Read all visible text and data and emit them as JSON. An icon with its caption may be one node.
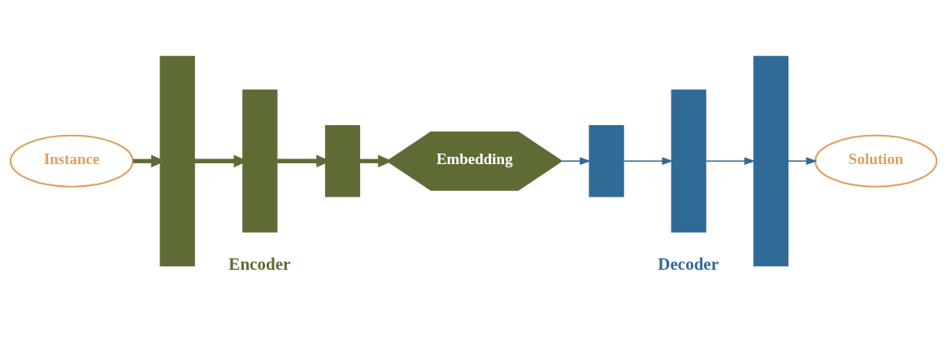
{
  "diagram": {
    "nodes": [
      {
        "text": [
          "Instance"
        ]
      },
      {
        "text": [],
        "shape": "bar"
      },
      {
        "text": [],
        "shape": "bar"
      },
      {
        "text": [],
        "shape": "bar"
      },
      {
        "text": [
          "Embedding"
        ]
      },
      {
        "text": [],
        "shape": "bar"
      },
      {
        "text": [],
        "shape": "bar"
      },
      {
        "text": [],
        "shape": "bar"
      },
      {
        "text": [
          "Solution"
        ]
      }
    ],
    "edges": [
      {
        "from": 0,
        "to": 1,
        "arrow": "to",
        "style": "thick",
        "color": "#5f6b35"
      },
      {
        "from": 1,
        "to": 2,
        "arrow": "to",
        "style": "thick",
        "color": "#5f6b35"
      },
      {
        "from": 2,
        "to": 3,
        "arrow": "to",
        "style": "thick",
        "color": "#5f6b35"
      },
      {
        "from": 3,
        "to": 4,
        "arrow": "to",
        "style": "thick",
        "color": "#5f6b35"
      },
      {
        "from": 4,
        "to": 5,
        "arrow": "to",
        "color": "#306a96"
      },
      {
        "from": 5,
        "to": 6,
        "arrow": "to",
        "color": "#306a96"
      },
      {
        "from": 6,
        "to": 7,
        "arrow": "to",
        "color": "#306a96"
      },
      {
        "from": 7,
        "to": 8,
        "arrow": "to",
        "color": "#306a96"
      }
    ],
    "labels": [
      "Encoder",
      "Decoder"
    ]
  }
}
